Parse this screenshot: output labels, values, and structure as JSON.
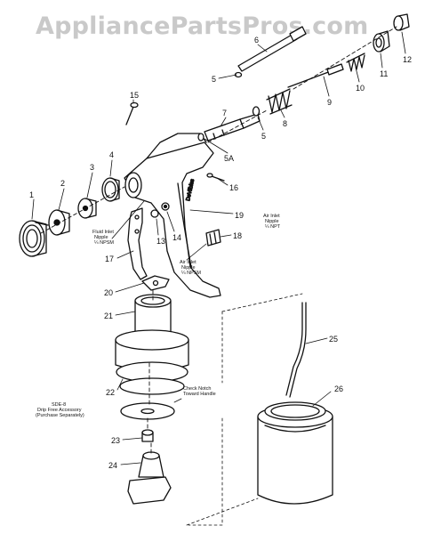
{
  "watermark": "AppliancePartsPros.com",
  "parts": {
    "p1": "1",
    "p2": "2",
    "p3": "3",
    "p4": "4",
    "p5a": "5",
    "p5b": "5",
    "p5A": "5A",
    "p6": "6",
    "p7": "7",
    "p8": "8",
    "p9": "9",
    "p10": "10",
    "p11": "11",
    "p12": "12",
    "p13": "13",
    "p14": "14",
    "p15": "15",
    "p16": "16",
    "p17": "17",
    "p18": "18",
    "p19": "19",
    "p20": "20",
    "p21": "21",
    "p22": "22",
    "p23": "23",
    "p24": "24",
    "p25": "25",
    "p26": "26"
  },
  "notes": {
    "fluid_inlet": [
      "Fluid Inlet",
      "Nipple",
      "¼ NPSM"
    ],
    "air_inlet_right": [
      "Air Inlet",
      "Nipple",
      "¼ NPT"
    ],
    "air_inlet_left": [
      "Air Inlet",
      "Nipple",
      "¼ NPSM"
    ],
    "check_notch": [
      "Check Notch",
      "Toward Handle"
    ],
    "sde": [
      "SDE-8",
      "Drip Free Accessory",
      "(Purchase Separately)"
    ]
  },
  "gun_brand": "DeVilbiss"
}
